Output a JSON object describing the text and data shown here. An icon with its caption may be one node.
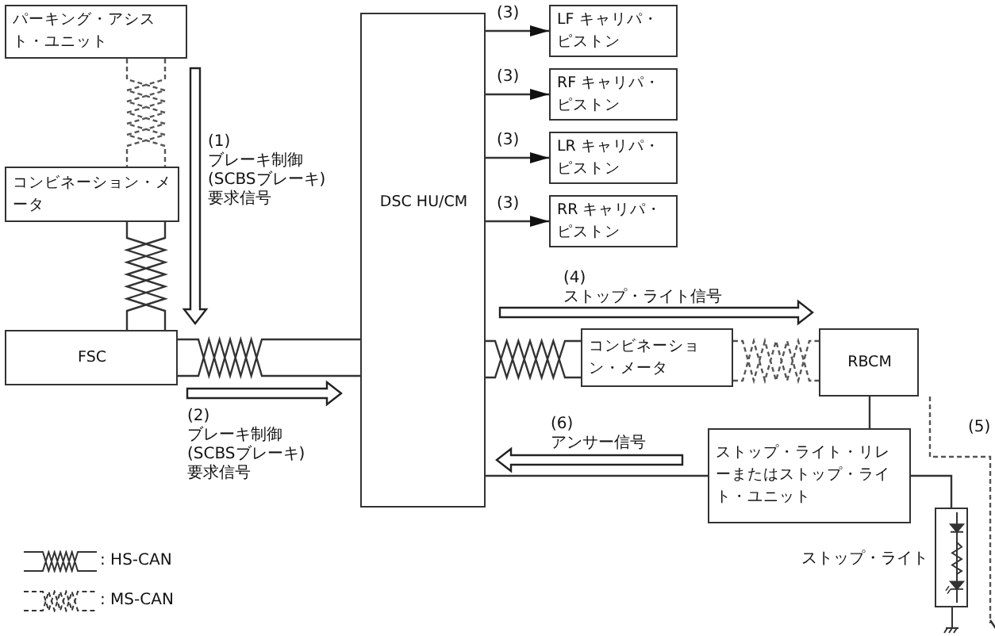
{
  "diagram": {
    "nodes": [
      {
        "text": [
          "パーキング・アシスト・ユニット"
        ]
      },
      {
        "text": [
          "コンビネーション・メータ"
        ]
      },
      {
        "text": [
          "FSC"
        ]
      },
      {
        "text": [
          "DSC HU/CM"
        ]
      },
      {
        "text": [
          "LF キャリパ・ピストン"
        ]
      },
      {
        "text": [
          "RF キャリパ・ピストン"
        ]
      },
      {
        "text": [
          "LR キャリパ・ピストン"
        ]
      },
      {
        "text": [
          "RR キャリパ・ピストン"
        ]
      },
      {
        "text": [
          "コンビネーション・メータ"
        ]
      },
      {
        "text": [
          "RBCM"
        ]
      },
      {
        "text": [
          "ストップ・ライト・リレーまたはストップ・ライト・ユニット"
        ]
      },
      {
        "text": [],
        "shape": "box",
        "beside": [
          "ストップ・ライト"
        ]
      }
    ],
    "edges": [
      {
        "from": 0,
        "to": 1,
        "arrow": "none",
        "style": "dashed"
      },
      {
        "from": 1,
        "to": 2,
        "arrow": "none"
      },
      {
        "from": 2,
        "to": 3,
        "arrow": "none"
      },
      {
        "from": 3,
        "to": 4,
        "arrow": "to",
        "label": "(3)"
      },
      {
        "from": 3,
        "to": 5,
        "arrow": "to",
        "label": "(3)"
      },
      {
        "from": 3,
        "to": 6,
        "arrow": "to",
        "label": "(3)"
      },
      {
        "from": 3,
        "to": 7,
        "arrow": "to",
        "label": "(3)"
      },
      {
        "from": 3,
        "to": 8,
        "arrow": "none"
      },
      {
        "from": 8,
        "to": 9,
        "arrow": "none",
        "style": "dashed"
      },
      {
        "from": 9,
        "to": 10,
        "arrow": "none"
      },
      {
        "from": 10,
        "to": 3,
        "arrow": "none"
      },
      {
        "from": 10,
        "to": 11,
        "arrow": "none"
      },
      {
        "from": 9,
        "to": 11,
        "arrow": "to",
        "style": "dashed",
        "label": "(5)"
      }
    ],
    "labels": [
      "(1)",
      "ブレーキ制御 (SCBSブレーキ) 要求信号",
      "(2)",
      "ブレーキ制御 (SCBSブレーキ) 要求信号",
      "(4)",
      "ストップ・ライト信号",
      "(6)",
      "アンサー信号"
    ],
    "legend": [
      {
        "text": ": HS-CAN"
      },
      {
        "text": ": MS-CAN"
      }
    ]
  }
}
